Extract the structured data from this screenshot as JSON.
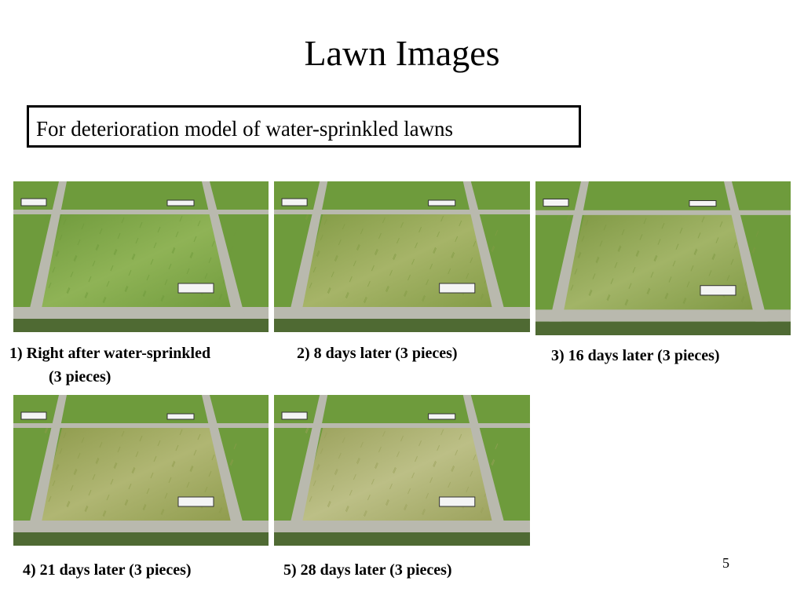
{
  "slide": {
    "title": "Lawn Images",
    "subtitle": "For deterioration model of water-sprinkled lawns",
    "page_number": "5"
  },
  "photos": [
    {
      "caption_line1": "1) Right after water-sprinkled",
      "caption_line2": "(3 pieces)",
      "grass_color": "#6f9a3c",
      "grass_light": "#8fb356"
    },
    {
      "caption_line1": "2) 8 days later (3 pieces)",
      "grass_color": "#829b45",
      "grass_light": "#a6b468"
    },
    {
      "caption_line1": "3) 16 days later (3 pieces)",
      "grass_color": "#7e9843",
      "grass_light": "#a2b467"
    },
    {
      "caption_line1": "4) 21 days later (3 pieces)",
      "grass_color": "#8e9b4c",
      "grass_light": "#b0b673"
    },
    {
      "caption_line1": "5) 28 days later (3 pieces)",
      "grass_color": "#9aa15b",
      "grass_light": "#bcbf86"
    }
  ],
  "colors": {
    "surround_grass": "#6e9b3c",
    "concrete": "#b9b9ae"
  }
}
